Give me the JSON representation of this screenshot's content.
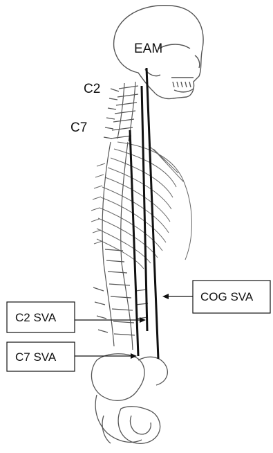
{
  "labels": {
    "eam": "EAM",
    "c2": "C2",
    "c7": "C7",
    "c2_sva": "C2 SVA",
    "c7_sva": "C7 SVA",
    "cog_sva": "COG SVA"
  },
  "colors": {
    "ink": "#111111",
    "bone_stroke": "#555555",
    "background": "#ffffff"
  }
}
